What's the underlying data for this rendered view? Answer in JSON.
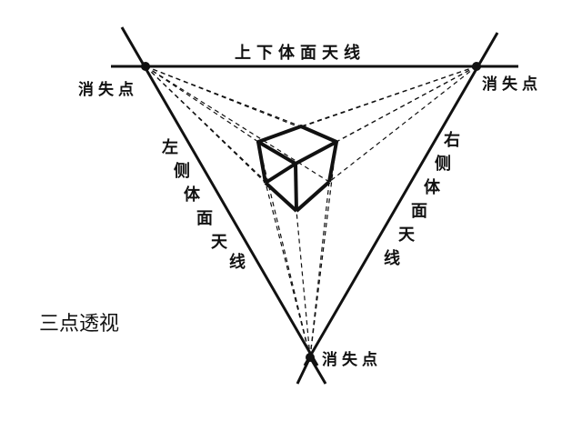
{
  "labels": {
    "horizon": "上下体面天线",
    "vp_left": "消失点",
    "vp_right": "消失点",
    "vp_bottom": "消失点",
    "left_line": [
      "左",
      "侧",
      "体",
      "面",
      "天",
      "线"
    ],
    "right_line": [
      "右",
      "侧",
      "体",
      "面",
      "天",
      "线"
    ],
    "caption": "三点透视"
  },
  "colors": {
    "ink": "#111111",
    "background": "#ffffff"
  }
}
